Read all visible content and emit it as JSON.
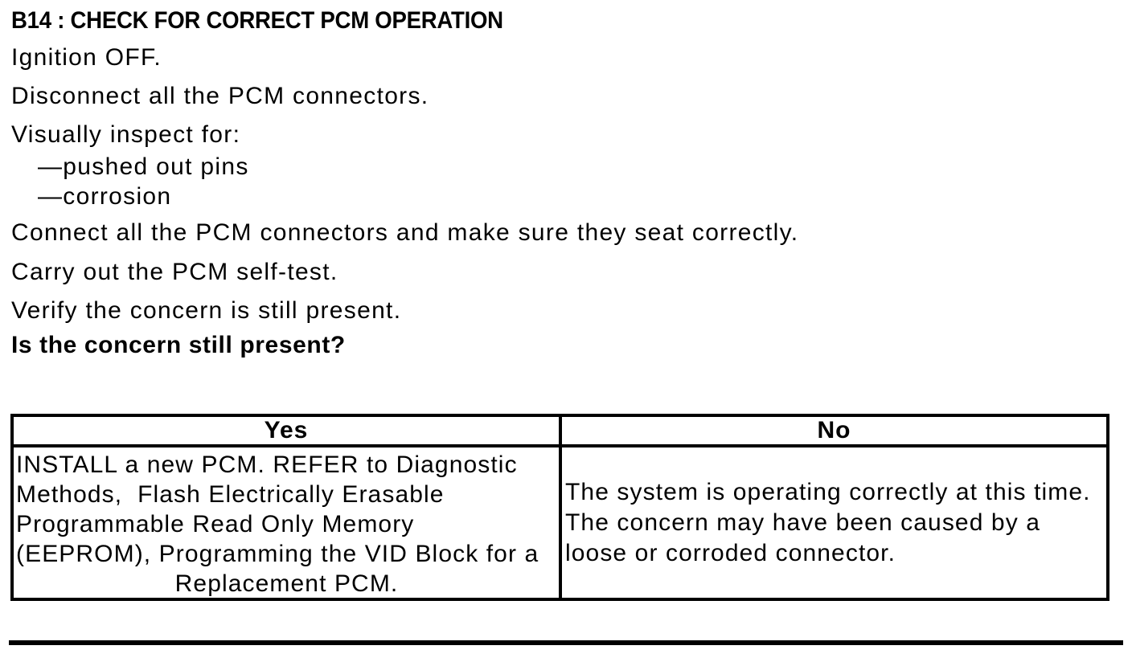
{
  "colors": {
    "text": "#000000",
    "background": "#ffffff",
    "border": "#000000"
  },
  "page": {
    "heading": "B14 : CHECK FOR CORRECT PCM OPERATION",
    "instructions": [
      "Ignition OFF.",
      "Disconnect all the PCM connectors.",
      "Visually inspect for:",
      "—pushed out pins",
      "—corrosion",
      "Connect all the PCM connectors and make sure they seat correctly.",
      "Carry out the PCM self-test.",
      "Verify the concern is still present."
    ],
    "question": "Is the concern still present?"
  },
  "table": {
    "header_yes": "Yes",
    "header_no": "No",
    "yes_cell_lines": [
      "INSTALL a new PCM. REFER to Diagnostic",
      "Methods,  Flash Electrically Erasable",
      "Programmable Read Only Memory",
      "(EEPROM), Programming the VID Block for a",
      "Replacement PCM."
    ],
    "no_cell_lines": [
      "The system is operating correctly at this time.",
      "The concern may have been caused by a",
      "loose or corroded connector."
    ]
  }
}
